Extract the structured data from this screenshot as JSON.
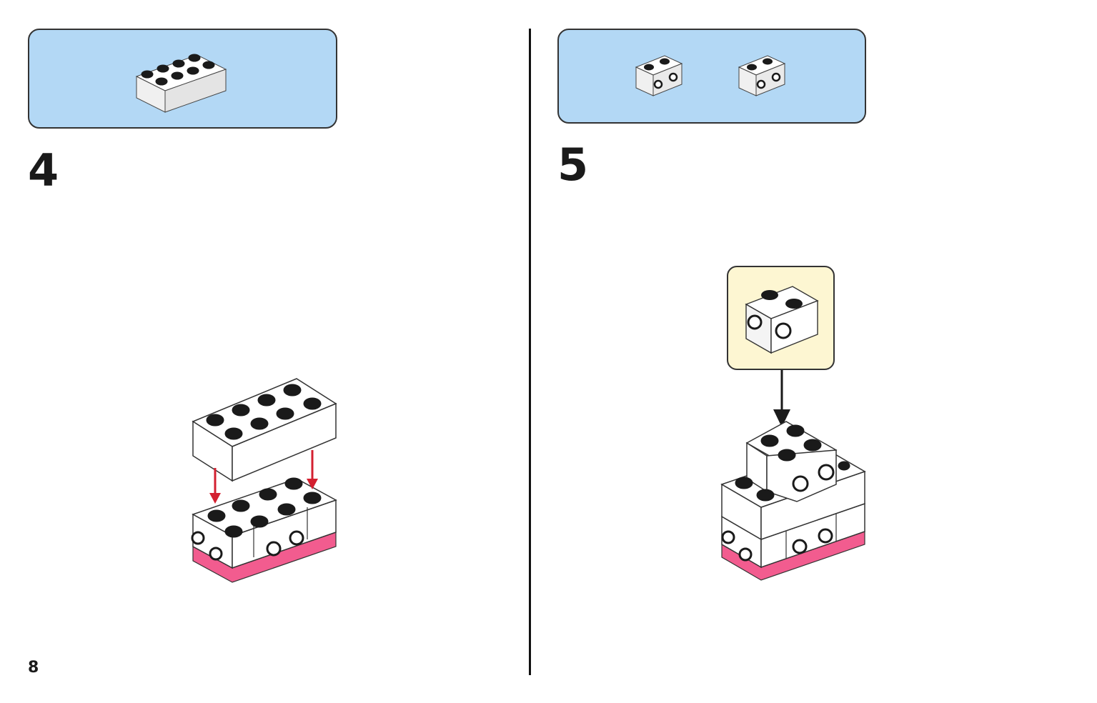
{
  "steps": [
    {
      "number": "4"
    },
    {
      "number": "5"
    }
  ],
  "page": {
    "number": "8"
  },
  "colors": {
    "parts_box": "#b3d8f5",
    "callout_box": "#fdf6d2",
    "brick_white": "#ffffff",
    "stud_black": "#1a1a1a",
    "base_pink": "#f25c8f",
    "arrow_red": "#d32030"
  },
  "icons": {
    "step4_part": "brick-2x4-white-icon",
    "step5_parts": [
      "brick-1x2-side-studs-white-icon",
      "brick-1x2-side-studs-white-icon"
    ],
    "callout": "brick-1x2-side-studs-white-icon"
  }
}
